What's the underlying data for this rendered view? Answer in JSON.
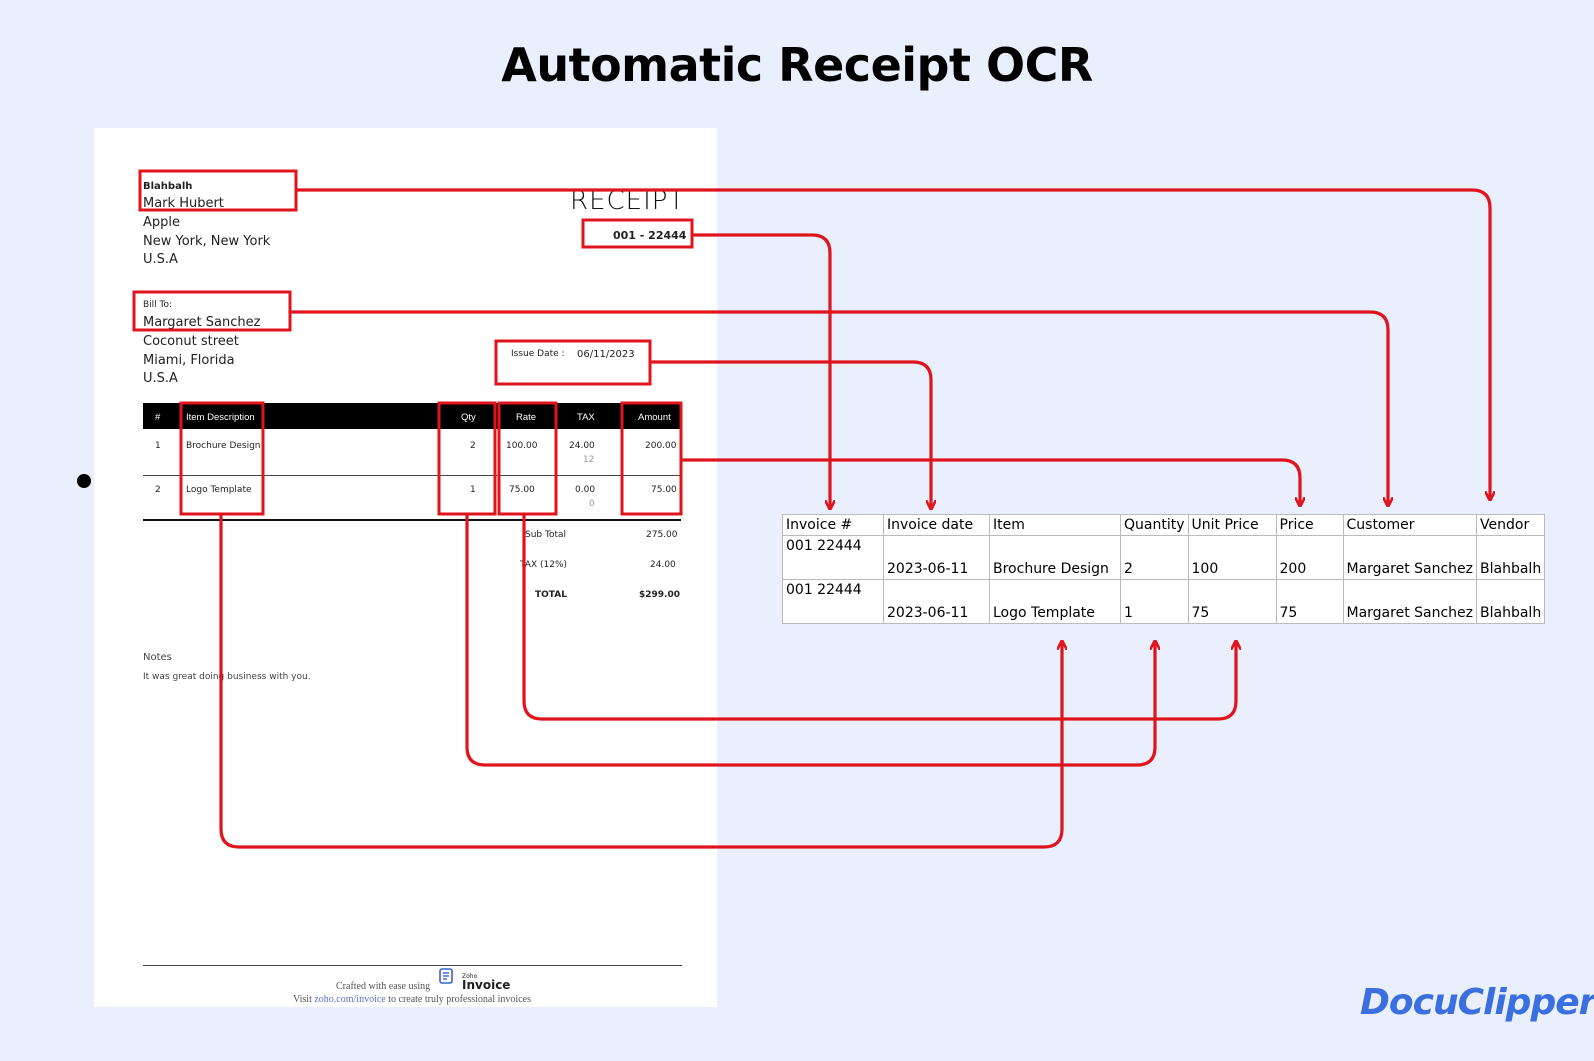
{
  "page_title": "Automatic Receipt OCR",
  "brand_name": "DocuClipper",
  "colors": {
    "background": "#e9effd",
    "highlight": "#e0141c",
    "brand": "#3b6fe0"
  },
  "receipt": {
    "heading": "RECEIPT",
    "vendor": {
      "name": "Blahbalh",
      "contact": "Mark Hubert",
      "company": "Apple",
      "city": "New York, New York",
      "country": "U.S.A"
    },
    "number": "001 - 22444",
    "bill_to": {
      "label": "Bill To:",
      "name": "Margaret Sanchez",
      "street": "Coconut street",
      "city": "Miami, Florida",
      "country": "U.S.A"
    },
    "issue_date_label": "Issue Date :",
    "issue_date": "06/11/2023",
    "columns": [
      "#",
      "Item Description",
      "Qty",
      "Rate",
      "TAX",
      "Amount"
    ],
    "items": [
      {
        "num": "1",
        "desc": "Brochure Design",
        "qty": "2",
        "rate": "100.00",
        "tax": "24.00",
        "tax_pct": "12",
        "amount": "200.00"
      },
      {
        "num": "2",
        "desc": "Logo Template",
        "qty": "1",
        "rate": "75.00",
        "tax": "0.00",
        "tax_pct": "0",
        "amount": "75.00"
      }
    ],
    "subtotal_label": "Sub Total",
    "subtotal": "275.00",
    "tax_label": "TAX (12%)",
    "tax_total": "24.00",
    "total_label": "TOTAL",
    "total": "$299.00",
    "notes_label": "Notes",
    "notes_text": "It was great doing business with you.",
    "footer_line1": "Crafted with ease using",
    "footer_logo_small": "Zoho",
    "footer_logo_big": "Invoice",
    "footer_line2_pre": "Visit",
    "footer_link": "zoho.com/invoice",
    "footer_line2_post": "to create truly professional invoices"
  },
  "extracted": {
    "headers": [
      "Invoice #",
      "Invoice date",
      "Item",
      "Quantity",
      "Unit Price",
      "Price",
      "Customer",
      "Vendor"
    ],
    "rows": [
      [
        "001 22444",
        "2023-06-11",
        "Brochure Design",
        "2",
        "100",
        "200",
        "Margaret Sanchez",
        "Blahbalh"
      ],
      [
        "001 22444",
        "2023-06-11",
        "Logo Template",
        "1",
        "75",
        "75",
        "Margaret Sanchez",
        "Blahbalh"
      ]
    ]
  }
}
